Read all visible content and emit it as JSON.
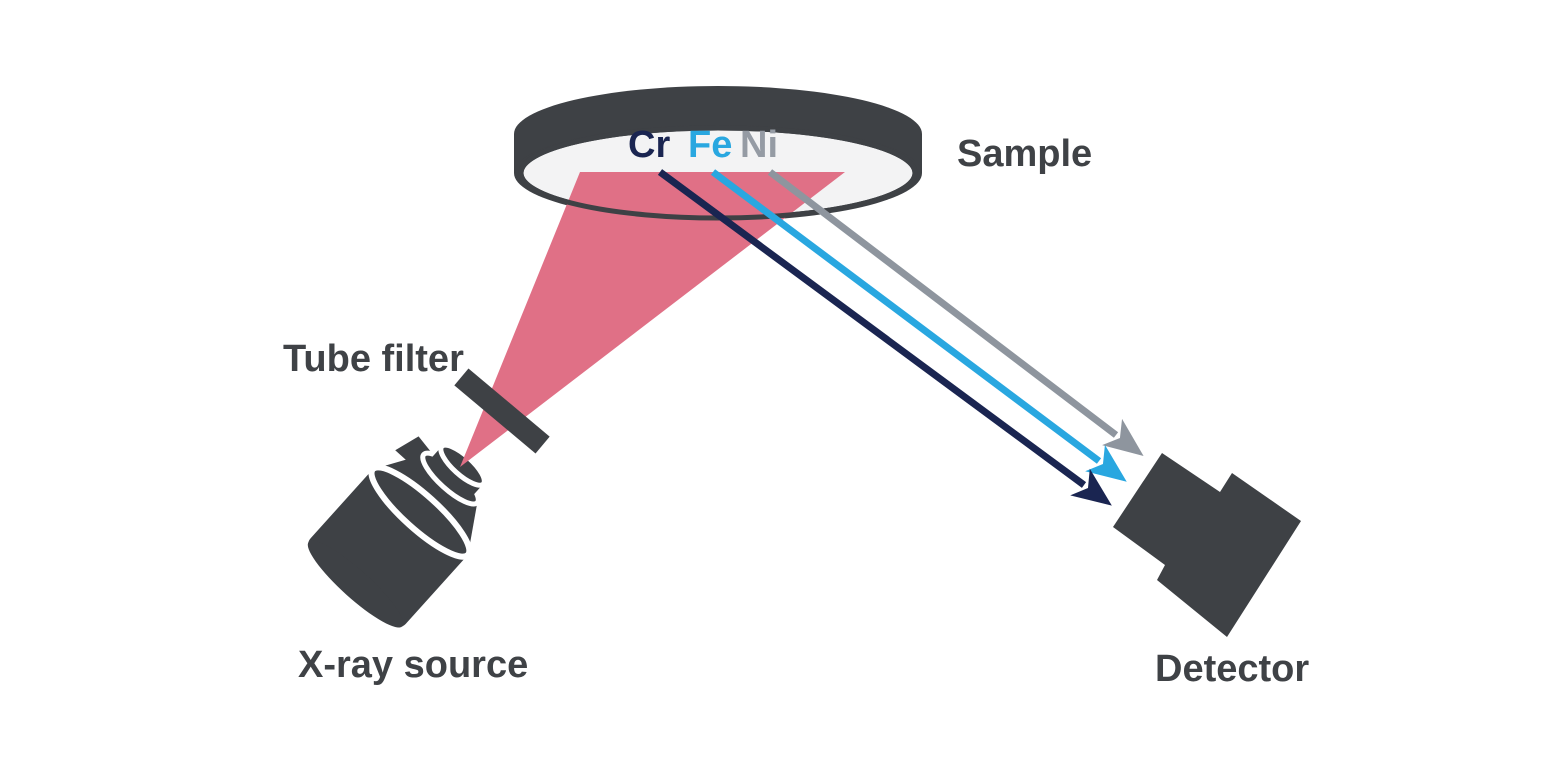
{
  "diagram": {
    "type": "xrf-spectrometry-schematic",
    "labels": {
      "sample": "Sample",
      "tube_filter": "Tube filter",
      "xray_source": "X-ray source",
      "detector": "Detector"
    },
    "sample_elements": [
      {
        "symbol": "Cr",
        "color": "#1a2551"
      },
      {
        "symbol": "Fe",
        "color": "#29a7e0"
      },
      {
        "symbol": "Ni",
        "color": "#959ba4"
      }
    ],
    "rays": [
      {
        "name": "Cr-fluorescence-ray",
        "color": "#1a2551"
      },
      {
        "name": "Fe-fluorescence-ray",
        "color": "#29a7e0"
      },
      {
        "name": "Ni-fluorescence-ray",
        "color": "#8e959e"
      }
    ],
    "colors": {
      "device_dark": "#3e4145",
      "beam_pink": "#e07086",
      "sample_interior": "#f3f3f4",
      "label_text": "#3f4246",
      "background": "#ffffff"
    }
  }
}
